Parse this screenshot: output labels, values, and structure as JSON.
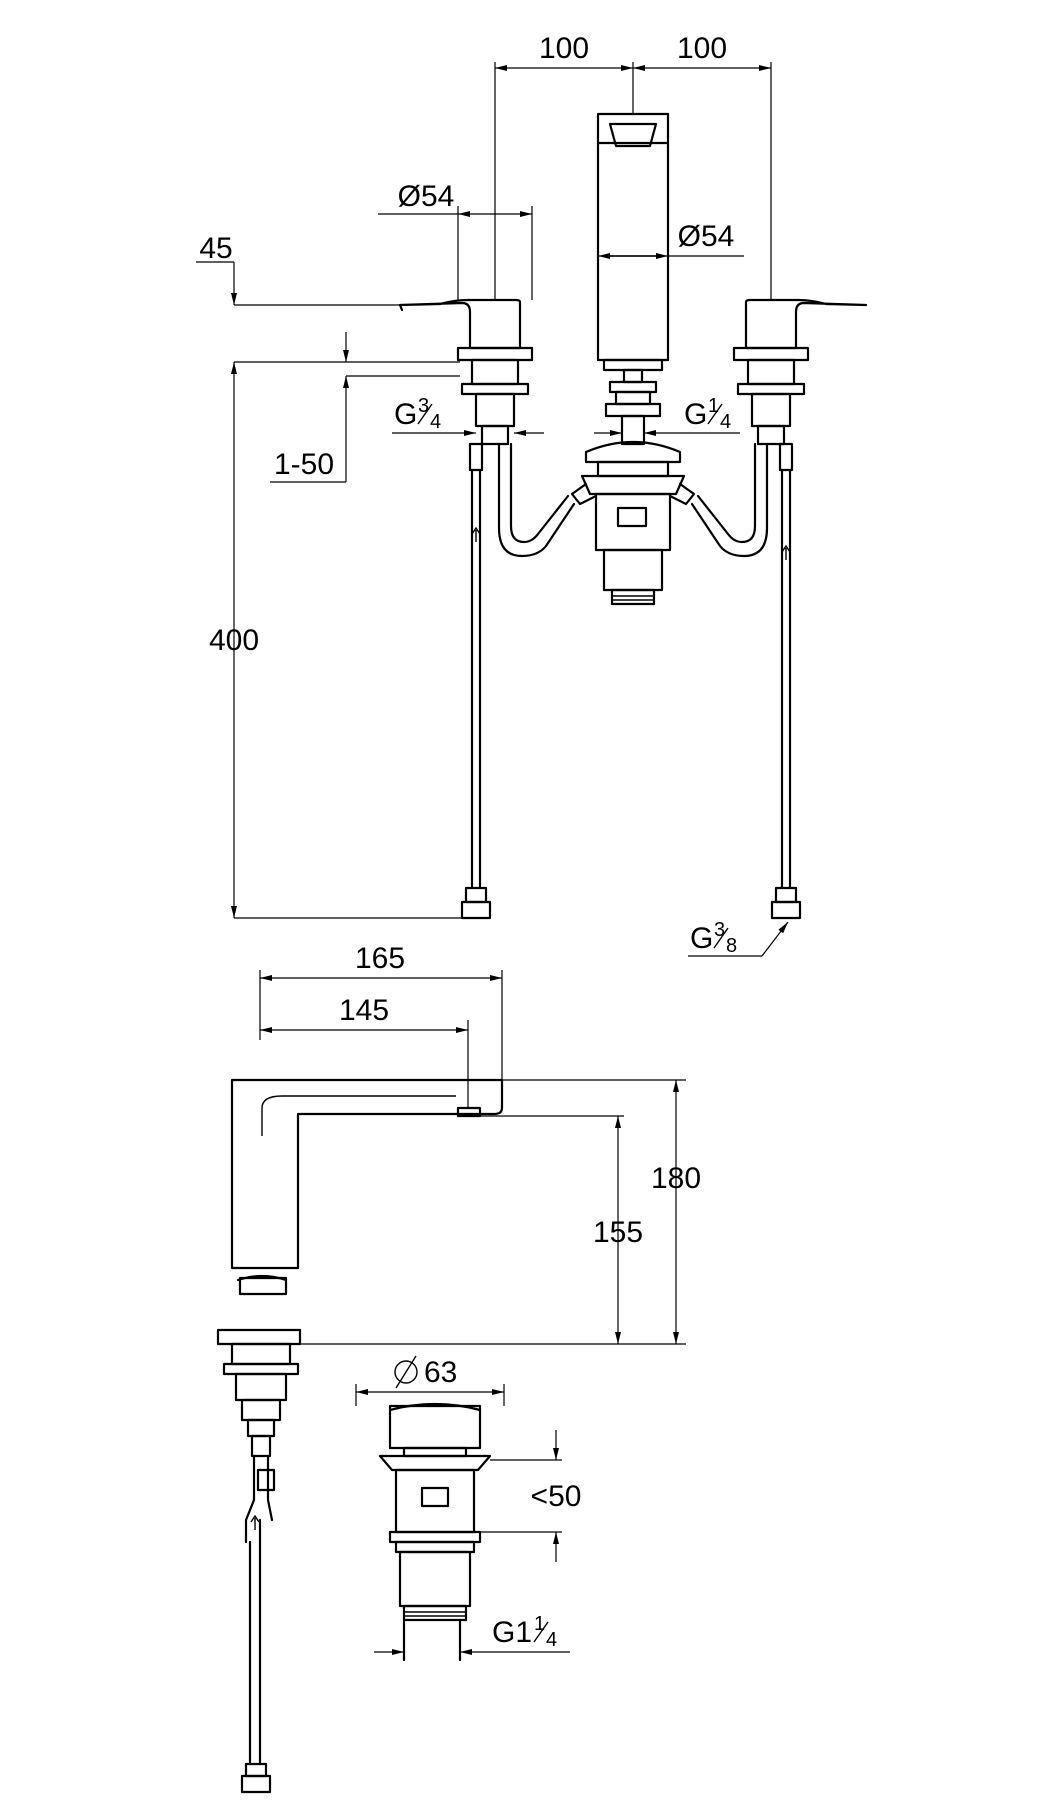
{
  "front_view": {
    "dim_spacing_left": "100",
    "dim_spacing_right": "100",
    "dim_handle_diameter": "Ø54",
    "dim_spout_diameter": "Ø54",
    "dim_offset_top": "45",
    "dim_deck_thickness": "1-50",
    "dim_total_height": "400",
    "thread_hot_cold": {
      "base": "G",
      "frac_num": "3",
      "frac_den": "4"
    },
    "thread_popup": {
      "base": "G",
      "frac_num": "1",
      "frac_den": "4"
    },
    "thread_hose": {
      "base": "G",
      "frac_num": "3",
      "frac_den": "8"
    }
  },
  "side_view": {
    "dim_reach": "165",
    "dim_outlet_reach": "145",
    "dim_height": "180",
    "dim_outlet_height": "155"
  },
  "waste_view": {
    "dim_diameter": "63",
    "dim_stroke": "<50",
    "thread": {
      "base": "G1",
      "frac_num": "1",
      "frac_den": "4"
    }
  }
}
